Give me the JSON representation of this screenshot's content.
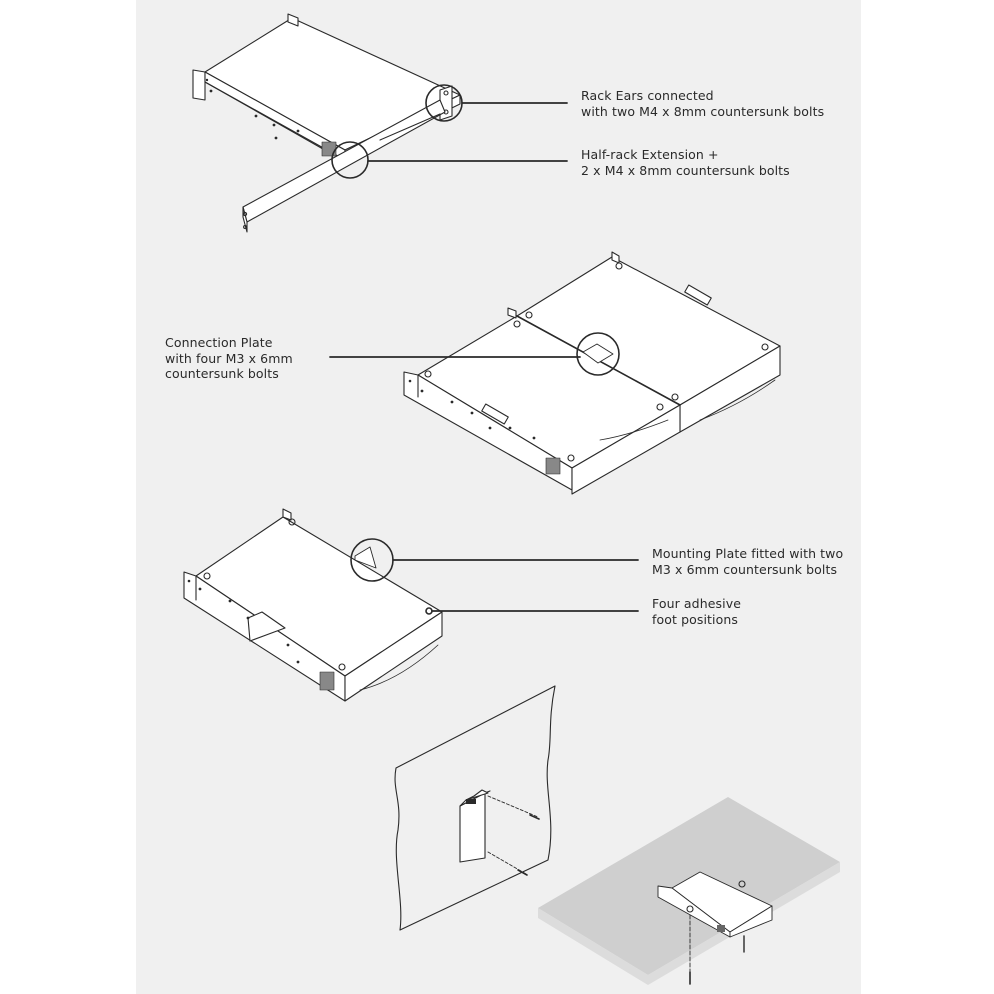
{
  "page": {
    "background": "#f0f0f0",
    "outer_background": "#ffffff",
    "line_color": "#2a2a2a",
    "surface_color": "#cfcfcf"
  },
  "figures": [
    {
      "id": "rack-ears",
      "description": "Half-rack unit with rack ears and half-rack extension",
      "callouts": [
        {
          "lines": [
            "Rack Ears connected",
            "with two M4 x 8mm countersunk bolts"
          ]
        },
        {
          "lines": [
            "Half-rack Extension +",
            "2 x M4 x 8mm countersunk bolts"
          ]
        }
      ]
    },
    {
      "id": "connection-plate",
      "description": "Two half-rack units joined side by side",
      "callouts": [
        {
          "lines": [
            "Connection Plate",
            "with four M3 x 6mm",
            "countersunk bolts"
          ]
        }
      ]
    },
    {
      "id": "mounting-plate",
      "description": "Unit with mounting plates and adhesive feet",
      "callouts": [
        {
          "lines": [
            "Mounting Plate fitted with two",
            "M3 x 6mm countersunk bolts"
          ]
        },
        {
          "lines": [
            "Four adhesive",
            "foot positions"
          ]
        }
      ]
    },
    {
      "id": "wall-mount",
      "description": "Unit mounted vertically to a wall with two screws",
      "callouts": []
    },
    {
      "id": "under-desk-mount",
      "description": "Unit mounted under a desk surface with two screws",
      "callouts": []
    }
  ]
}
